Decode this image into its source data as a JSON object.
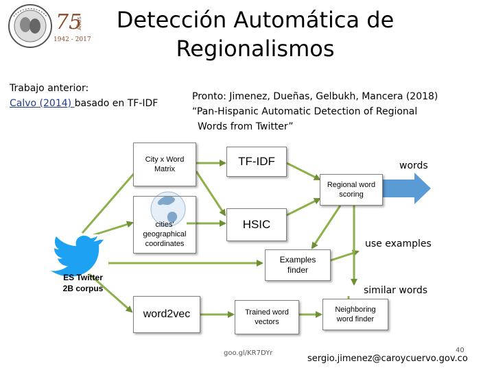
{
  "slide": {
    "title": "Detección Automática de Regionalismos",
    "logo": {
      "seal_text": "UNIVERSIDAD • INSTITUTO CARO Y CUERVO • SEMINARIO ANDRÉS BELLO",
      "years": "75",
      "years_word": "AÑOS",
      "dates": "1942 - 2017"
    },
    "previous_work": {
      "label": "Trabajo anterior:",
      "link_text": "Calvo (2014) ",
      "rest": "basado en TF-IDF"
    },
    "upcoming": {
      "line1": "Pronto: Jimenez, Dueñas, Gelbukh, Mancera (2018)",
      "line2": "“Pan-Hispanic Automatic Detection of Regional",
      "line3": "Words from Twitter”"
    },
    "footer": {
      "url": "goo.gl/KR7DYr",
      "page_number": "40",
      "email": "sergio.jimenez@caroycuervo.gov.co"
    }
  },
  "diagram": {
    "nodes": {
      "corpus_line1": "ES Twitter",
      "corpus_line2": "2B corpus",
      "city_word_matrix_line1": "City x Word",
      "city_word_matrix_line2": "Matrix",
      "cities_coords_line1": "cities'",
      "cities_coords_line2": "geographical",
      "cities_coords_line3": "coordinates",
      "word2vec": "word2vec",
      "tfidf": "TF-IDF",
      "hsic": "HSIC",
      "regional_scoring_line1": "Regional word",
      "regional_scoring_line2": "scoring",
      "examples_finder_line1": "Examples",
      "examples_finder_line2": "finder",
      "trained_vectors_line1": "Trained word",
      "trained_vectors_line2": "vectors",
      "neighboring_finder_line1": "Neighboring",
      "neighboring_finder_line2": "word finder"
    },
    "outputs": {
      "words": "words",
      "use_examples": "use examples",
      "similar_words": "similar words"
    },
    "colors": {
      "arrow_green": "#8db04c",
      "arrow_green_dark": "#6f8f35",
      "output_blue": "#5b9bd5",
      "twitter_blue": "#1da1f2",
      "box_border": "#7f7f7f",
      "link_blue": "#1f3a93",
      "logo_brown": "#8a4a2a"
    },
    "icons": [
      "twitter-bird-icon",
      "globe-icon",
      "seal-logo-icon"
    ]
  }
}
